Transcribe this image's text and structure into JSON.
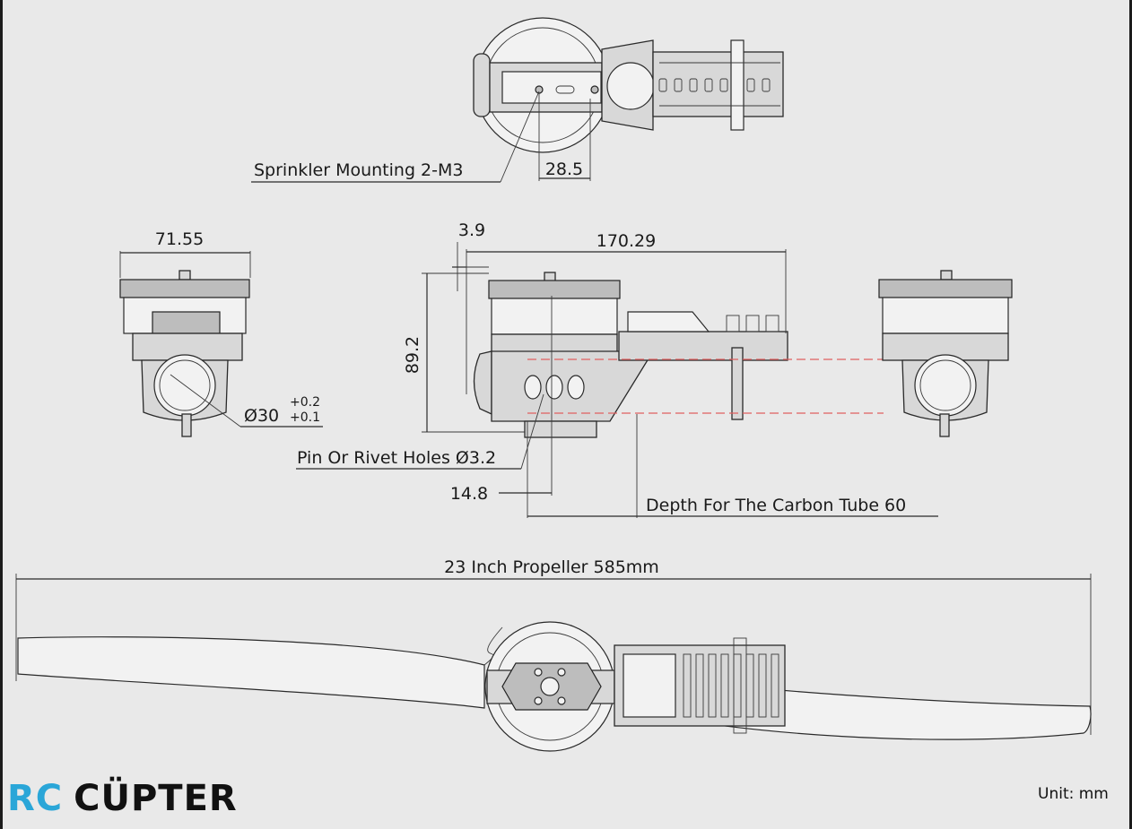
{
  "labels": {
    "sprinkler": "Sprinkler Mounting 2-M3",
    "dim_28_5": "28.5",
    "dim_71_55": "71.55",
    "dim_3_9": "3.9",
    "dim_170_29": "170.29",
    "dim_89_2": "89.2",
    "dia_30": "Ø30",
    "tol_upper": "+0.2",
    "tol_lower": "+0.1",
    "pin_holes": "Pin Or Rivet Holes Ø3.2",
    "dim_14_8": "14.8",
    "carbon_depth": "Depth For The Carbon Tube 60",
    "propeller": "23 Inch Propeller 585mm",
    "unit": "Unit: mm"
  },
  "logo": {
    "rc": "RC",
    "copter": "CÜPTER"
  },
  "colors": {
    "background": "#e9e9e9",
    "logo_blue": "#2aa6d8",
    "hidden_line_red": "#e06060"
  }
}
